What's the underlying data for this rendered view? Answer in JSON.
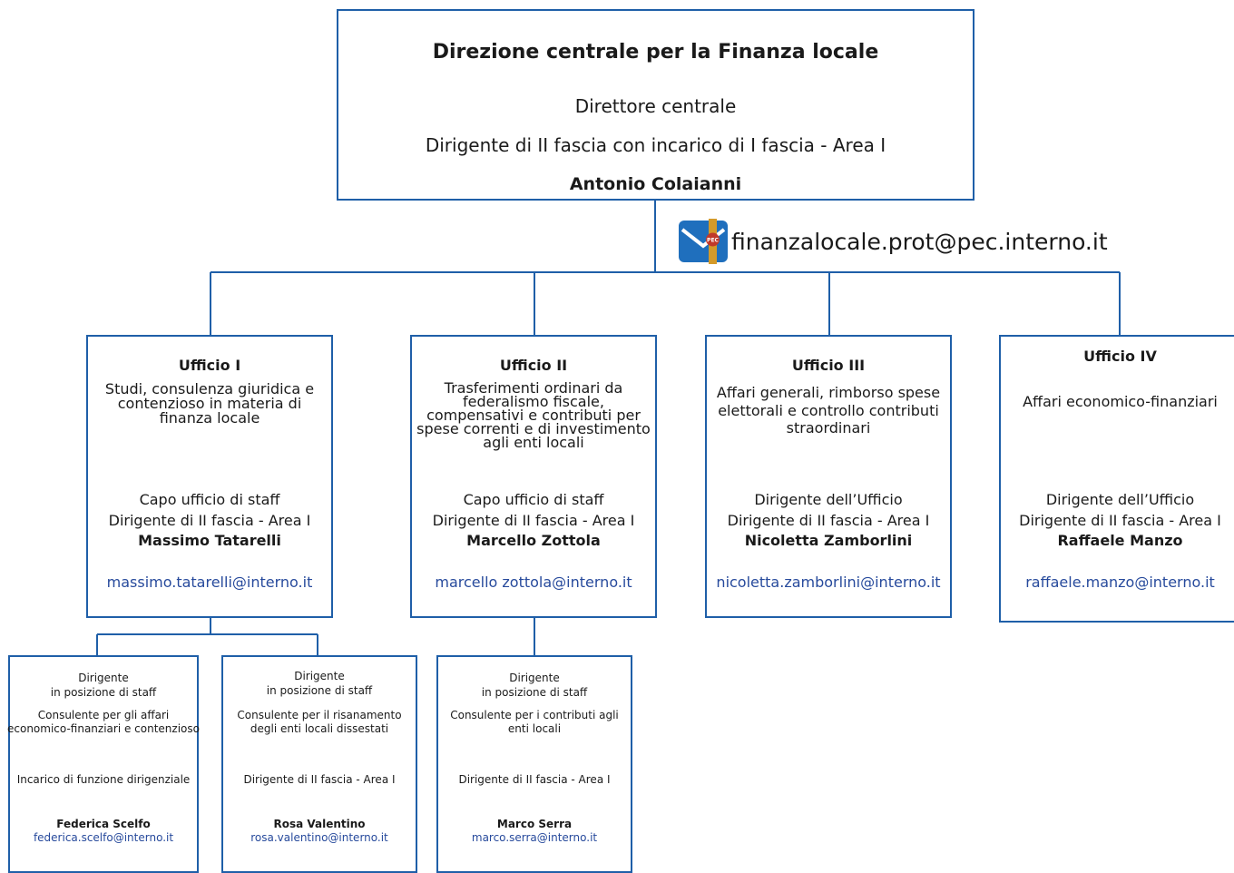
{
  "main": {
    "title": "Direzione centrale per la Finanza locale",
    "role": "Direttore centrale",
    "grade": "Dirigente di II fascia con incarico di I fascia - Area I",
    "name": "Antonio Colaianni",
    "pec_email": "finanzalocale.prot@pec.interno.it",
    "pec_badge": "PEC"
  },
  "offices": [
    {
      "title": "Ufficio I",
      "description": "Studi, consulenza giuridica e contenzioso in materia di finanza locale",
      "role": "Capo ufficio di staff",
      "grade": "Dirigente di II fascia - Area I",
      "name": "Massimo Tatarelli",
      "email": "massimo.tatarelli@interno.it"
    },
    {
      "title": "Ufficio II",
      "description": "Trasferimenti ordinari da federalismo fiscale, compensativi e contributi per spese correnti e di investimento agli enti locali",
      "role": "Capo ufficio di staff",
      "grade": "Dirigente di II fascia - Area I",
      "name": "Marcello Zottola",
      "email": "marcello zottola@interno.it"
    },
    {
      "title": "Ufficio III",
      "description": "Affari generali, rimborso spese elettorali e controllo contributi straordinari",
      "role": "Dirigente dell’Ufficio",
      "grade": "Dirigente di II fascia - Area I",
      "name": "Nicoletta Zamborlini",
      "email": "nicoletta.zamborlini@interno.it"
    },
    {
      "title": "Ufficio IV",
      "description": "Affari economico-finanziari",
      "role": "Dirigente dell’Ufficio",
      "grade": "Dirigente di II fascia - Area I",
      "name": "Raffaele Manzo",
      "email": "raffaele.manzo@interno.it"
    }
  ],
  "staff": [
    {
      "role": "Dirigente",
      "position": "in posizione di staff",
      "description": "Consulente per gli affari economico-finanziari e contenzioso",
      "grade": "Incarico di funzione dirigenziale",
      "name": "Federica Scelfo",
      "email": "federica.scelfo@interno.it"
    },
    {
      "role": "Dirigente",
      "position": "in posizione di staff",
      "description": "Consulente per il risanamento degli enti locali dissestati",
      "grade": "Dirigente di II fascia - Area I",
      "name": "Rosa Valentino",
      "email": "rosa.valentino@interno.it"
    },
    {
      "role": "Dirigente",
      "position": "in posizione di staff",
      "description": "Consulente per i contributi agli enti locali",
      "grade": "Dirigente di II fascia - Area I",
      "name": "Marco Serra",
      "email": "marco.serra@interno.it"
    }
  ],
  "colors": {
    "border": "#1f5fa8",
    "link": "#274a9c",
    "pec_blue": "#1f6fbd",
    "pec_gold": "#d49a2a",
    "pec_red": "#c0392b"
  }
}
